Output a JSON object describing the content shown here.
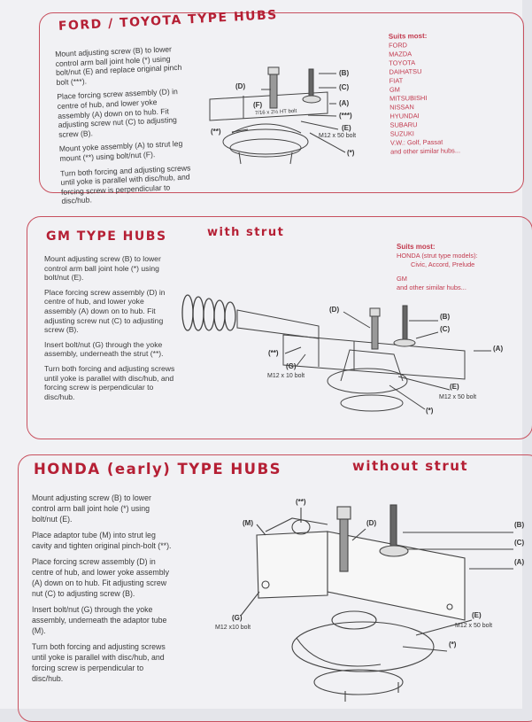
{
  "sections": [
    {
      "title": "FORD / TOYOTA TYPE HUBS",
      "steps": [
        "Mount adjusting screw (B) to lower control arm ball joint hole (*) using bolt/nut (E) and replace original pinch bolt (***).",
        "Place forcing screw assembly (D) in centre of hub, and lower yoke assembly (A) down on to hub. Fit adjusting screw nut (C) to adjusting screw (B).",
        "Mount yoke assembly (A) to strut leg mount (**) using bolt/nut (F).",
        "Turn both forcing and adjusting screws until yoke is parallel with disc/hub, and forcing screw is perpendicular to disc/hub."
      ],
      "suits_heading": "Suits most:",
      "suits": [
        "FORD",
        "MAZDA",
        "TOYOTA",
        "DAIHATSU",
        "FIAT",
        "GM",
        "MITSUBISHI",
        "NISSAN",
        "HYUNDAI",
        "SUBARU",
        "SUZUKI",
        "V.W.: Golf, Passat",
        "and other similar hubs..."
      ],
      "labels": {
        "D": "(D)",
        "B": "(B)",
        "C": "(C)",
        "A": "(A)",
        "triple": "(***)",
        "E": "(E)",
        "E_bolt": "M12 x 50 bolt",
        "double": "(**)",
        "single": "(*)",
        "F": "(F)",
        "F_bolt": "7/16 x 2½ HT bolt"
      }
    },
    {
      "title": "GM TYPE HUBS",
      "subtitle": "with strut",
      "steps": [
        "Mount adjusting screw (B) to lower control arm ball joint hole (*) using bolt/nut (E).",
        "Place forcing screw assembly (D) in centre of hub, and lower yoke assembly (A) down on to hub. Fit adjusting screw nut (C) to adjusting screw (B).",
        "Insert bolt/nut (G) through the yoke assembly, underneath the strut (**).",
        "Turn both forcing and adjusting screws until yoke is parallel with disc/hub, and forcing screw is perpendicular to disc/hub."
      ],
      "suits_heading": "Suits most:",
      "suits": [
        "HONDA (strut type models):",
        "Civic, Accord, Prelude",
        "GM",
        "and other similar hubs..."
      ],
      "labels": {
        "D": "(D)",
        "B": "(B)",
        "C": "(C)",
        "A": "(A)",
        "double": "(**)",
        "G": "(G)",
        "G_bolt": "M12 x 10 bolt",
        "E": "(E)",
        "E_bolt": "M12 x 50 bolt",
        "single": "(*)"
      }
    },
    {
      "title": "HONDA (early) TYPE HUBS",
      "subtitle": "without strut",
      "steps": [
        "Mount adjusting screw (B) to lower control arm ball joint hole (*) using bolt/nut (E).",
        "Place adaptor tube (M) into strut leg cavity and tighten original pinch-bolt (**).",
        "Place forcing screw assembly (D) in centre of hub, and lower yoke assembly (A) down on to hub. Fit adjusting screw nut (C) to adjusting screw (B).",
        "Insert bolt/nut (G) through the yoke assembly, underneath the adaptor tube (M).",
        "Turn both forcing and adjusting screws until yoke is parallel with disc/hub, and forcing screw is perpendicular to disc/hub."
      ],
      "labels": {
        "double": "(**)",
        "M": "(M)",
        "D": "(D)",
        "B": "(B)",
        "C": "(C)",
        "A": "(A)",
        "G": "(G)",
        "G_bolt": "M12 x10 bolt",
        "E": "(E)",
        "E_bolt": "M12 x 50 bolt",
        "single": "(*)"
      }
    }
  ]
}
